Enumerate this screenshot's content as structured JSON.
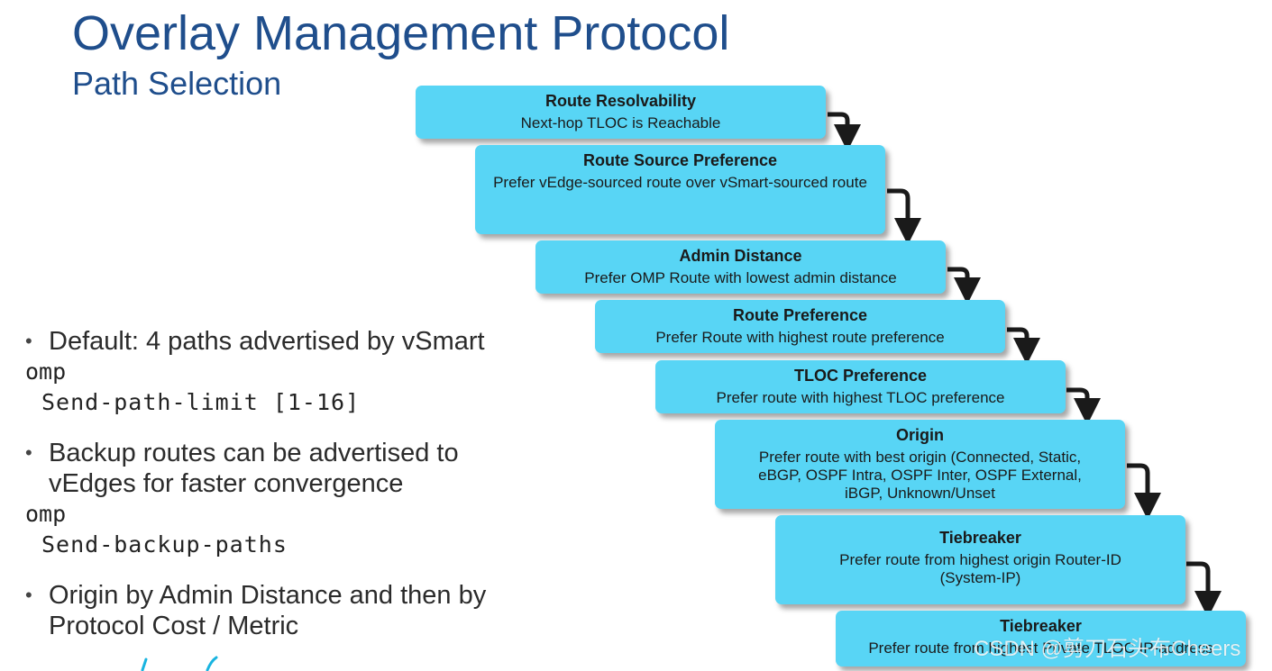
{
  "title": "Overlay Management Protocol",
  "subtitle": "Path Selection",
  "left": {
    "bullet1": "Default: 4 paths advertised by vSmart",
    "code1_line1": "omp",
    "code1_line2": "Send-path-limit [1-16]",
    "bullet2_line1": "Backup routes can be advertised to",
    "bullet2_line2": "vEdges for faster convergence",
    "code2_line1": "omp",
    "code2_line2": "Send-backup-paths",
    "bullet3_line1": "Origin by Admin Distance and then by",
    "bullet3_line2": "Protocol Cost / Metric"
  },
  "steps": [
    {
      "heading": "Route Resolvability",
      "desc": "Next-hop TLOC is Reachable"
    },
    {
      "heading": "Route Source Preference",
      "desc": "Prefer vEdge-sourced route over vSmart-sourced route"
    },
    {
      "heading": "Admin Distance",
      "desc": "Prefer OMP Route with lowest admin distance"
    },
    {
      "heading": "Route Preference",
      "desc": "Prefer Route with highest route preference"
    },
    {
      "heading": "TLOC Preference",
      "desc": "Prefer route with highest TLOC preference"
    },
    {
      "heading": "Origin",
      "desc": "Prefer route with best origin (Connected, Static, eBGP, OSPF Intra, OSPF Inter, OSPF External, iBGP, Unknown/Unset"
    },
    {
      "heading": "Tiebreaker",
      "desc": "Prefer route from highest origin Router-ID (System-IP)"
    },
    {
      "heading": "Tiebreaker",
      "desc": "Prefer route from highest Private TLOC IP-address"
    }
  ],
  "watermark": "CSDN @剪刀石头布Cheers",
  "colors": {
    "title": "#1f4e8c",
    "step_fill": "#58d5f5",
    "arrow": "#1a1a1a"
  }
}
